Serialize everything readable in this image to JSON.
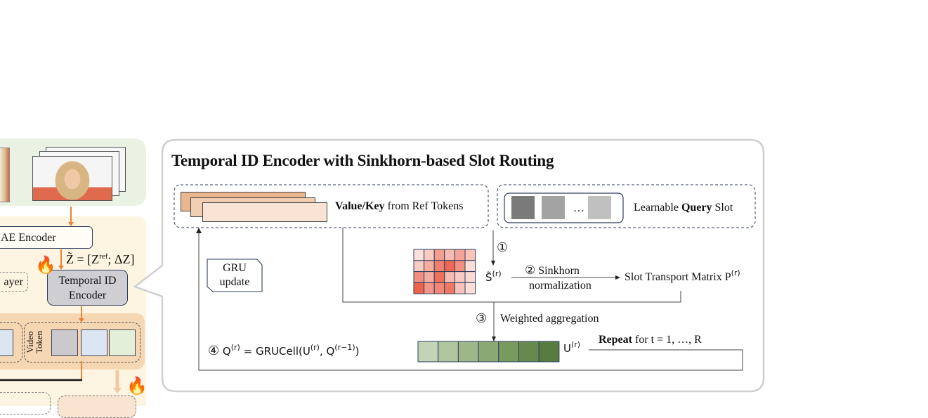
{
  "left_panel": {
    "vae_encoder_label": "AE Encoder",
    "z_tilde_formula": {
      "lhs": "Z̃",
      "eq": " = ",
      "open": "[Z",
      "sup": "ref",
      "rest": "; ΔZ]"
    },
    "layer_label": "ayer",
    "temporal_id_encoder_label": [
      "Temporal ID",
      "Encoder"
    ],
    "video_token_label": [
      "Video",
      "Token"
    ],
    "fire_icon": "🔥",
    "colors": {
      "green_bg": "#eaf3e3",
      "cream_bg": "#fdf5e1",
      "peach_band": "#f6d7b4",
      "encoder_fill": "#cfcfd3",
      "arrow_orange": "#e8833a",
      "token_gray": "#cbc9cb",
      "token_blue": "#dce6f3",
      "token_green": "#e3efd9"
    }
  },
  "panel": {
    "title": "Temporal ID Encoder with Sinkhorn-based Slot Routing",
    "value_key": {
      "bold": "Value/Key",
      "rest": " from Ref Tokens"
    },
    "query_slot": {
      "pre": "Learnable ",
      "bold": "Query",
      "post": " Slot",
      "ellipsis": "…"
    },
    "step1_marker": "①",
    "s_tilde": {
      "base": "S̃",
      "sup": "(r)"
    },
    "step2": {
      "marker": "②",
      "line1": " Sinkhorn",
      "line2": "normalization"
    },
    "transport": {
      "base": "Slot Transport Matrix P",
      "sup": "(r)"
    },
    "step3": {
      "marker": "③",
      "label": "Weighted aggregation"
    },
    "gru_update": [
      "GRU",
      "update"
    ],
    "step4": {
      "marker": "④",
      "q": "Q",
      "q_sup": "(r)",
      "eq": " =  GRUCell(U",
      "u_sup": "(r)",
      "mid": ", Q",
      "q_prev_sup": "(r−1)",
      "close": ")"
    },
    "u_label": {
      "base": "U",
      "sup": "(r)"
    },
    "repeat": {
      "bold": "Repeat",
      "rest": " for t = 1, …, R"
    },
    "heatmap_intensity": [
      [
        0.1,
        0.25,
        0.55,
        0.35,
        0.5,
        0.3
      ],
      [
        0.25,
        0.45,
        0.75,
        0.9,
        0.65,
        0.12
      ],
      [
        0.65,
        0.45,
        0.85,
        0.35,
        0.25,
        0.15
      ],
      [
        0.95,
        0.6,
        0.7,
        0.8,
        0.3,
        0.12
      ]
    ],
    "aggregated_slots": [
      "#c2d3b6",
      "#afc59e",
      "#9db78a",
      "#8aa873",
      "#779a5f",
      "#66894e",
      "#567c3f"
    ],
    "query_slot_colors": [
      "#7a7a7a",
      "#a3a3a3",
      "#c0c0c0"
    ],
    "ref_token_colors": [
      "#e9b68f",
      "#f1cdb2",
      "#f8e3d4"
    ],
    "colors": {
      "heat_max": "#ec5a43",
      "heat_min": "#fdf0ec",
      "border": "#cfcfcf",
      "dashed": "#2f3e5c"
    }
  }
}
